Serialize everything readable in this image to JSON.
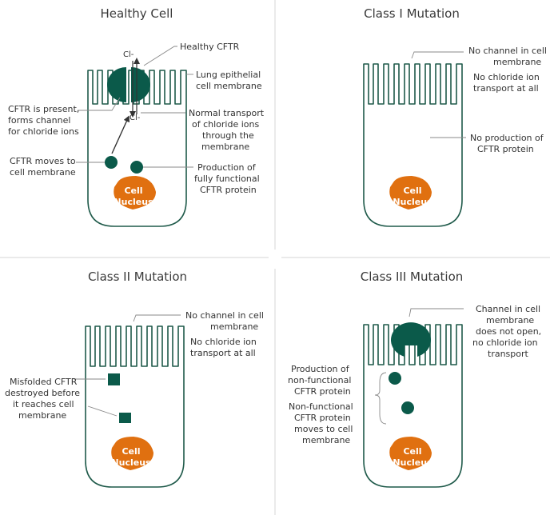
{
  "colors": {
    "protein": "#0b5a4a",
    "nucleus": "#e07010",
    "outline": "#1f5a4a",
    "divider": "#d6d6d6",
    "text": "#333333"
  },
  "panels": {
    "healthy": {
      "title": "Healthy Cell",
      "ion_top": "Cl-",
      "ion_bottom": "Cl-",
      "healthy_cftr": "Healthy CFTR",
      "membrane": [
        "Lung epithelial",
        "cell membrane"
      ],
      "present": [
        "CFTR is present,",
        "forms channel",
        "for chloride ions"
      ],
      "transport": [
        "Normal transport",
        "of chloride ions",
        "through the",
        "membrane"
      ],
      "moves": [
        "CFTR moves to",
        "cell membrane"
      ],
      "production": [
        "Production of",
        "fully functional",
        "CFTR protein"
      ],
      "nucleus": [
        "Cell",
        "Nucleus"
      ]
    },
    "class1": {
      "title": "Class I Mutation",
      "no_channel": [
        "No channel in cell",
        "membrane"
      ],
      "no_transport": [
        "No chloride ion",
        "transport at all"
      ],
      "no_production": [
        "No production of",
        "CFTR protein"
      ],
      "nucleus": [
        "Cell",
        "Nucleus"
      ]
    },
    "class2": {
      "title": "Class II Mutation",
      "no_channel": [
        "No channel in cell",
        "membrane"
      ],
      "no_transport": [
        "No chloride ion",
        "transport at all"
      ],
      "misfolded": [
        "Misfolded CFTR",
        "destroyed before",
        "it reaches cell",
        "membrane"
      ],
      "nucleus": [
        "Cell",
        "Nucleus"
      ]
    },
    "class3": {
      "title": "Class III Mutation",
      "channel_closed": [
        "Channel in cell",
        "membrane",
        "does not open,",
        "no chloride ion",
        "transport"
      ],
      "production": [
        "Production of",
        "non-functional",
        "CFTR protein"
      ],
      "moves": [
        "Non-functional",
        "CFTR protein",
        "moves to cell",
        "membrane"
      ],
      "nucleus": [
        "Cell",
        "Nucleus"
      ]
    }
  }
}
